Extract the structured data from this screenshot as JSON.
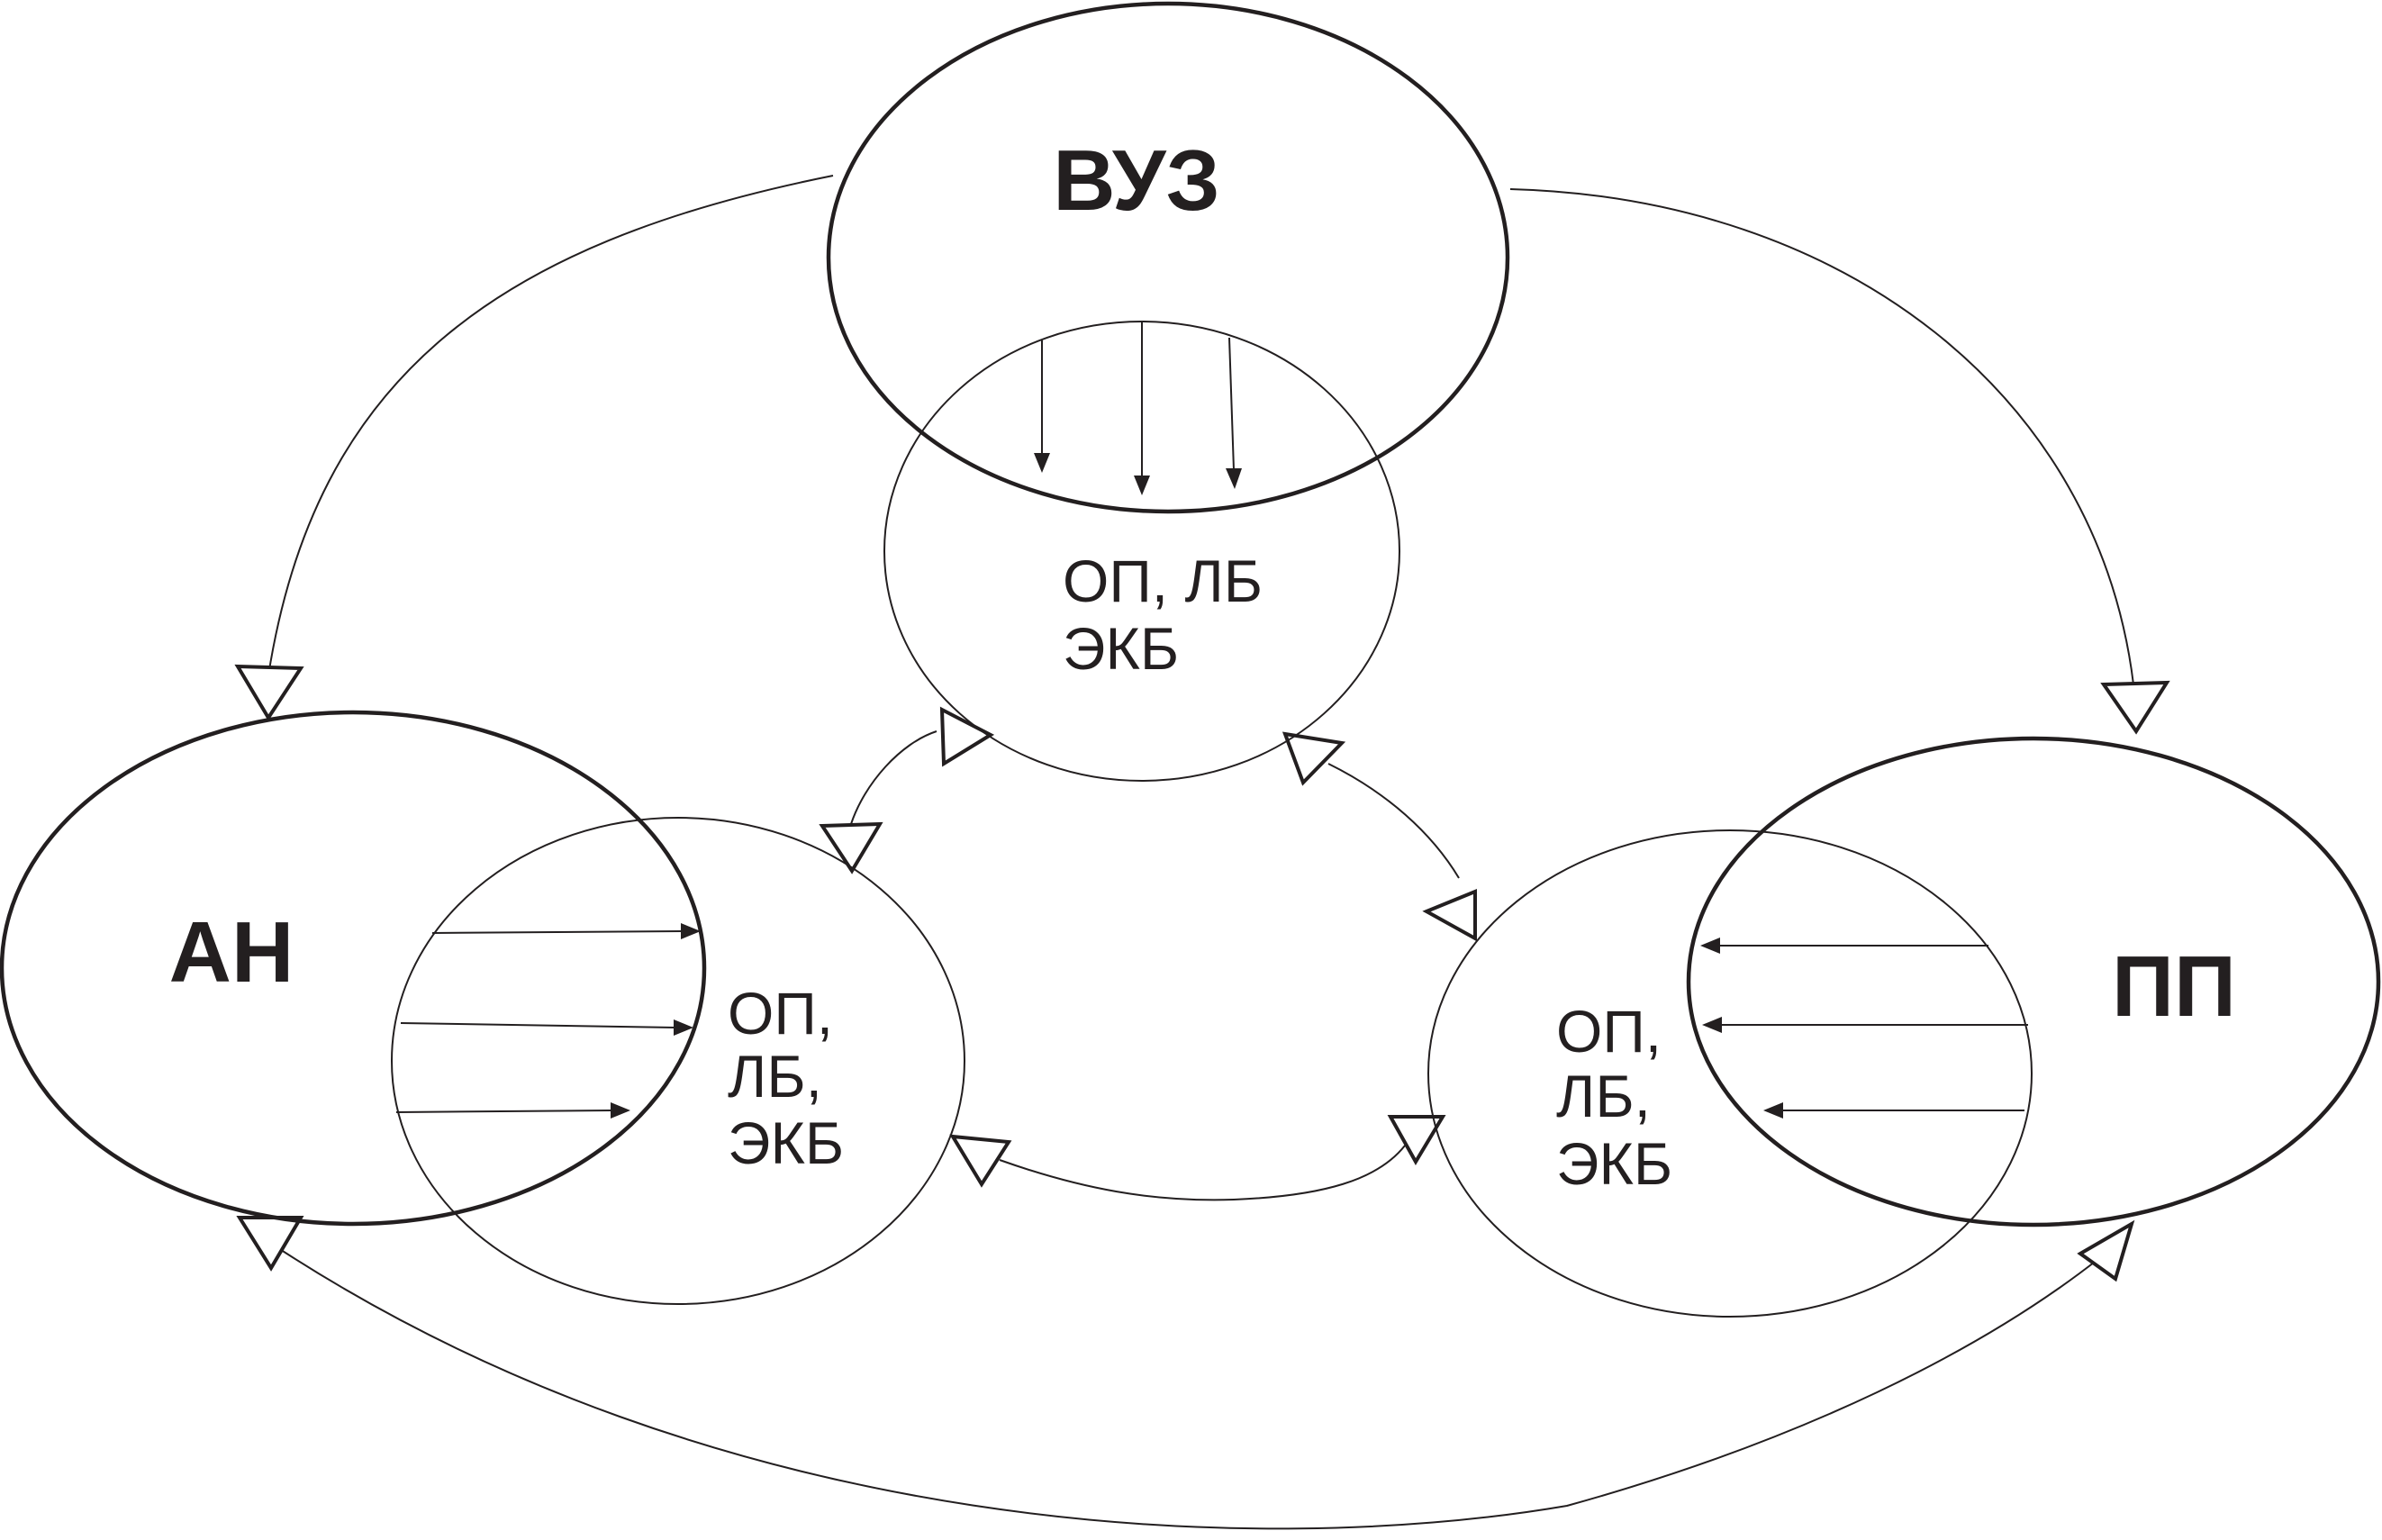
{
  "nodes": {
    "vuz": {
      "label": "ВУЗ"
    },
    "an": {
      "label": "АН"
    },
    "pp": {
      "label": "ПП"
    }
  },
  "overlaps": {
    "top": {
      "lines": [
        "ОП, ЛБ",
        "ЭКБ"
      ]
    },
    "left": {
      "lines": [
        "ОП,",
        "ЛБ,",
        "ЭКБ"
      ]
    },
    "right": {
      "lines": [
        "ОП,",
        "ЛБ,",
        "ЭКБ"
      ]
    }
  },
  "colors": {
    "ink": "#231f20",
    "background": "#ffffff"
  }
}
